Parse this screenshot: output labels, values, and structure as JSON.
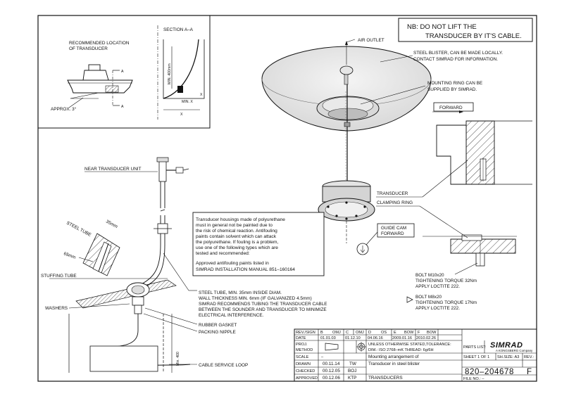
{
  "nb_notice": [
    "NB: DO NOT LIFT THE",
    "TRANSDUCER BY IT'S CABLE."
  ],
  "inset": {
    "location_title": [
      "RECOMMENDED LOCATION",
      "OF TRANSDUCER"
    ],
    "section_title": "SECTION A–A",
    "approx_label": "APPROX. 3°",
    "min_400_label": "MIN. 400mm",
    "min_x_label": "MIN. X",
    "x_label": "X",
    "a_label": "A"
  },
  "callouts": {
    "air_outlet": "AIR OUTLET",
    "steel_blister": [
      "STEEL BLISTER, CAN BE MADE LOCALLY.",
      "CONTACT SIMRAD FOR INFORMATION."
    ],
    "mounting_ring": [
      "MOUNTING RING CAN BE",
      "SUPPLIED BY SIMRAD."
    ],
    "forward": "FORWARD",
    "transducer": "TRANSDUCER",
    "clamping_ring": "CLAMPING RING",
    "guide_cam": [
      "GUIDE CAM",
      "FORWARD"
    ],
    "bolt_m10": [
      "BOLT M10x20",
      "TIGHTENING TORQUE 32Nm",
      "APPLY LOCTITE 222."
    ],
    "bolt_m8": [
      "BOLT M8x20",
      "TIGHTENING TORQUE 17Nm",
      "APPLY LOCTITE 222."
    ],
    "near_transducer_unit": "NEAR TRANSDUCER UNIT",
    "steel_tube": "STEEL TUBE",
    "dim_35": "35mm",
    "dim_65": "65mm",
    "stuffing_tube": "STUFFING TUBE",
    "washers": "WASHERS",
    "steel_tube_note": [
      "STEEL TUBE, MIN. 35mm INSIDE DIAM.",
      "WALL THICKNESS MIN. 6mm (IF GALVANIZED 4.5mm)",
      "SIMRAD RECOMMENDS TUBING THE TRANSDUCER CABLE",
      "BETWEEN THE SOUNDER AND TRANSDUCER TO MINIMIZE",
      "ELECTRICAL INTERFERENCE."
    ],
    "rubber_gasket": "RUBBER GASKET",
    "packing_nipple": "PACKING NIPPLE",
    "cable_service_loop": "CABLE SERVICE LOOP",
    "min_400": "Min. 400"
  },
  "warning_note": {
    "lines": [
      "Transducer housings made of polyurethane",
      "must in general not be painted due to",
      "the risk of chemical reaction. Antifouling",
      "paints contain solvent which can attack",
      "the polyurethane. If fouling is a problem,",
      "use one of the following types which are",
      "tested and recommended:"
    ],
    "approved": [
      "Approved antifouling paints listed in",
      "SIMRAD INSTALLATION MANUAL 851–160164"
    ]
  },
  "title_block": {
    "rev_header": [
      "REV./SIGN",
      "B",
      "OMJ",
      "C",
      "OMJ",
      "D",
      "OS",
      "E",
      "BOW",
      "F",
      "BOW"
    ],
    "date_row": [
      "DATE",
      "01.01.03",
      "01.12.10",
      "04.06.16",
      "2009.01.16",
      "2010.02.26"
    ],
    "proj_method": [
      "PROJ.",
      "METHOD"
    ],
    "tolerance": [
      "UNLESS OTHERWISE STATED,TOLERANCE:",
      "DIM.: ISO 2768–mK  THREAD: 6g/6H"
    ],
    "parts_list": "PARTS LIST:",
    "brand": "SIMRAD",
    "brand_sub": "A KONGSBERG Company",
    "scale_label": "SCALE",
    "scale_value": "–",
    "title": [
      "Mounting arrangement of",
      "Transducer in steel blister"
    ],
    "sheet": "SHEET 1 OF 1",
    "sheet_size": "SH.SIZE: A3",
    "rev_label": "REV.:",
    "drawn_label": "DRAWN",
    "drawn_date": "00.11.14",
    "drawn_sign": "TW",
    "checked_label": "CHECKED",
    "checked_date": "00.12.05",
    "checked_sign": "BOJ",
    "approved_label": "APPROVED",
    "approved_date": "00.12.06",
    "approved_sign": "KTP",
    "drawing_no": "820–204678",
    "revision": "F",
    "category": "TRANSDUCERS",
    "file_no": "FILE NO.: –"
  }
}
